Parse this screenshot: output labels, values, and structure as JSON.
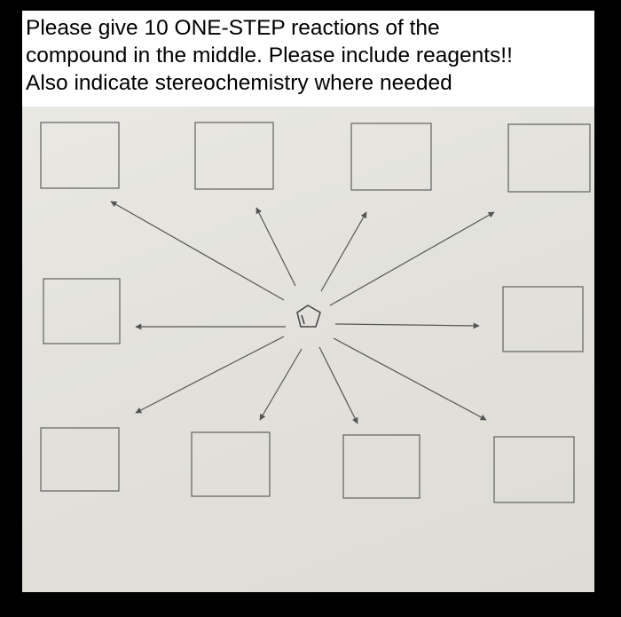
{
  "question": {
    "line1": "Please give 10 ONE-STEP reactions of the",
    "line2": "compound in the middle. Please include reagents!!",
    "line3": "Also indicate stereochemistry where needed"
  },
  "diagram": {
    "center_compound": "cyclopentene",
    "product_box_count": 10,
    "reaction_arrow_count": 10,
    "colors": {
      "paper": "#e4e3dd",
      "ink": "#555555",
      "background": "#000000"
    }
  }
}
